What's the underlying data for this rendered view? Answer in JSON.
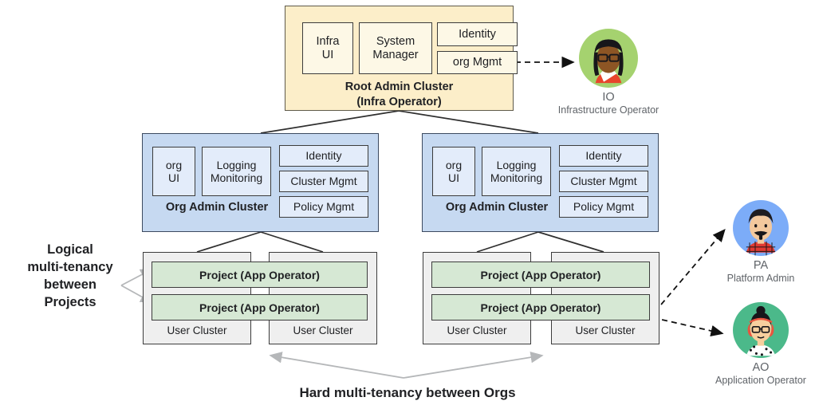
{
  "diagram": {
    "bottom_caption": "Hard multi-tenancy between Orgs",
    "side_caption": "Logical\nmulti-tenancy\nbetween\nProjects"
  },
  "root_cluster": {
    "title_line1": "Root Admin Cluster",
    "title_line2": "(Infra Operator)",
    "components": [
      {
        "label": "Infra\nUI"
      },
      {
        "label": "System\nManager"
      },
      {
        "label": "Identity"
      },
      {
        "label": "org Mgmt"
      }
    ]
  },
  "org_clusters": [
    {
      "title": "Org Admin Cluster",
      "components": [
        {
          "label": "org\nUI"
        },
        {
          "label": "Logging\nMonitoring"
        },
        {
          "label": "Identity"
        },
        {
          "label": "Cluster Mgmt"
        },
        {
          "label": "Policy Mgmt"
        }
      ],
      "user_clusters": [
        {
          "label": "User Cluster"
        },
        {
          "label": "User Cluster"
        }
      ],
      "projects": [
        {
          "label": "Project (App Operator)"
        },
        {
          "label": "Project (App Operator)"
        }
      ]
    },
    {
      "title": "Org Admin Cluster",
      "components": [
        {
          "label": "org\nUI"
        },
        {
          "label": "Logging\nMonitoring"
        },
        {
          "label": "Identity"
        },
        {
          "label": "Cluster Mgmt"
        },
        {
          "label": "Policy Mgmt"
        }
      ],
      "user_clusters": [
        {
          "label": "User Cluster"
        },
        {
          "label": "User Cluster"
        }
      ],
      "projects": [
        {
          "label": "Project (App Operator)"
        },
        {
          "label": "Project  (App Operator)"
        }
      ]
    }
  ],
  "personas": [
    {
      "initials": "IO",
      "role": "Infrastructure Operator",
      "circle_color": "#a5d26f",
      "skin": "#8d5524",
      "hair": "#17161a",
      "accent": "#e8452c"
    },
    {
      "initials": "PA",
      "role": "Platform Admin",
      "circle_color": "#7cacf8",
      "skin": "#f3c89d",
      "hair": "#1e1c21",
      "accent": "#e03a32"
    },
    {
      "initials": "AO",
      "role": "Application Operator",
      "circle_color": "#4bb98a",
      "skin": "#f7cf9e",
      "hair": "#17161a",
      "accent": "#e8553f"
    }
  ],
  "colors": {
    "root_fill": "#fceec9",
    "root_inner_fill": "#fdf8e6",
    "org_fill": "#c6d9f1",
    "org_inner_fill": "#e3ecfa",
    "user_cluster_fill": "#efefef",
    "project_fill": "#d6e8d4",
    "stroke": "#3c3c3c",
    "arrow_gray": "#b5b7b9"
  }
}
